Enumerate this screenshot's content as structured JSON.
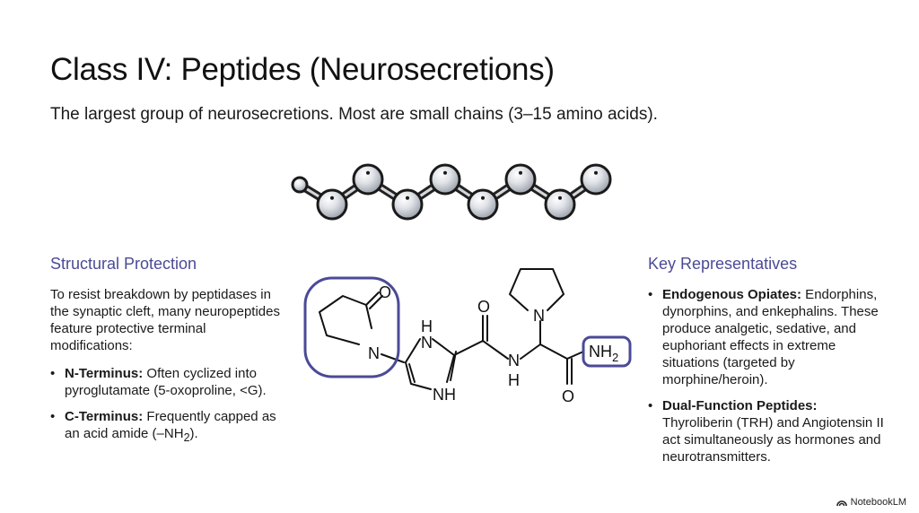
{
  "slide": {
    "title": "Class IV: Peptides (Neurosecretions)",
    "subtitle": "The largest group of neurosecretions. Most are small chains (3–15 amino acids)."
  },
  "left": {
    "heading": "Structural Protection",
    "intro": "To resist breakdown by peptidases in the synaptic cleft, many neuropeptides feature protective terminal modifications:",
    "bullets": [
      {
        "term": "N-Terminus:",
        "text": " Often cyclized into pyroglutamate (5-oxoproline, <G)."
      },
      {
        "term": "C-Terminus:",
        "text": " Frequently capped as an acid amide (–NH",
        "sub": "2",
        "tail": ")."
      }
    ]
  },
  "right": {
    "heading": "Key Representatives",
    "bullets": [
      {
        "term": "Endogenous Opiates:",
        "text": " Endorphins, dynorphins, and enkephalins. These produce analgetic, sedative, and euphoriant effects in extreme situations (targeted by morphine/heroin)."
      },
      {
        "term": "Dual-Function Peptides:",
        "text": " Thyroliberin (TRH) and Angiotensin II act simultaneously as hormones and neurotransmitters."
      }
    ]
  },
  "molecule": {
    "labels": {
      "o_ring": "O",
      "n_ring": "N",
      "h_top": "H",
      "n_imid": "N",
      "nh_imid": "NH",
      "o_amide": "O",
      "n_amide": "N",
      "h_amide": "H",
      "n_pro": "N",
      "nh2": "NH",
      "nh2_sub": "2",
      "o_bottom": "O"
    },
    "highlight_color": "#4b4a97"
  },
  "colors": {
    "accent": "#4b4a97",
    "text": "#1a1a1a",
    "bead": "#c8ccd3"
  },
  "badge": {
    "label": "NotebookLM",
    "icon": "notebooklm-icon"
  }
}
